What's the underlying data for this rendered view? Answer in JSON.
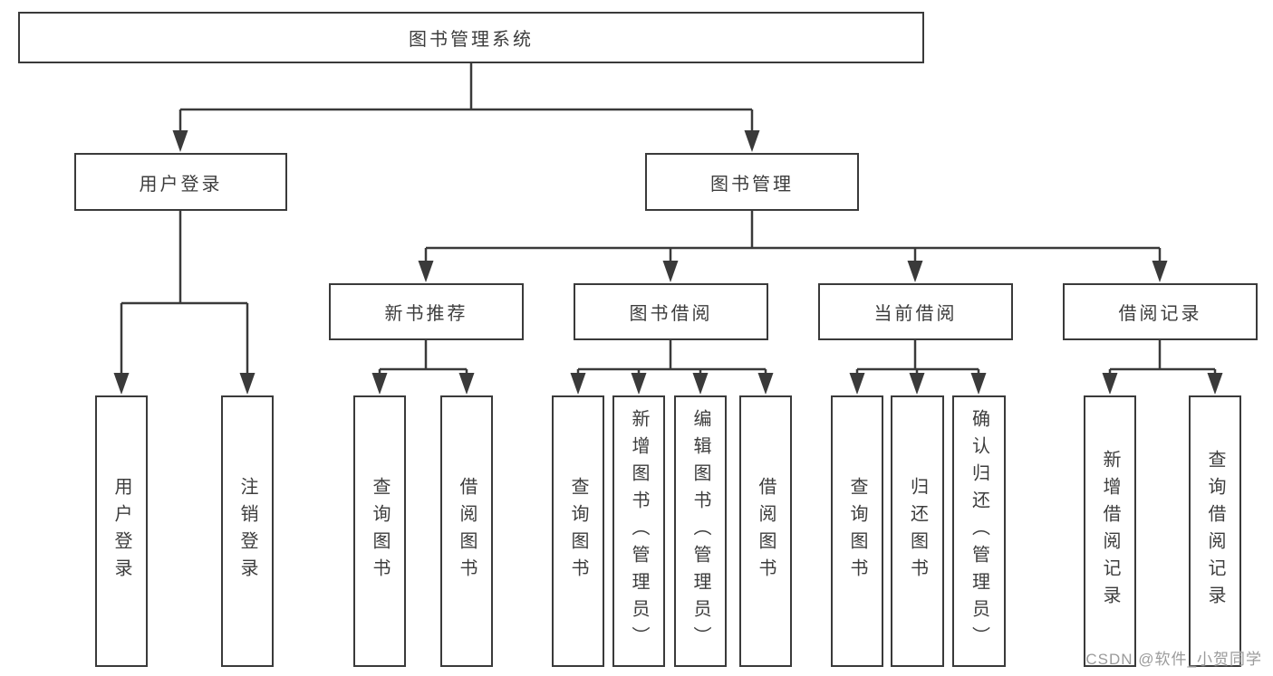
{
  "diagram": {
    "root": {
      "label": "图书管理系统"
    },
    "level2": [
      {
        "label": "用户登录"
      },
      {
        "label": "图书管理"
      }
    ],
    "level3": [
      {
        "label": "新书推荐"
      },
      {
        "label": "图书借阅"
      },
      {
        "label": "当前借阅"
      },
      {
        "label": "借阅记录"
      }
    ],
    "leaves": [
      {
        "label": "用户登录"
      },
      {
        "label": "注销登录"
      },
      {
        "label": "查询图书"
      },
      {
        "label": "借阅图书"
      },
      {
        "label": "查询图书"
      },
      {
        "label": "新增图书（管理员）"
      },
      {
        "label": "编辑图书（管理员）"
      },
      {
        "label": "借阅图书"
      },
      {
        "label": "查询图书"
      },
      {
        "label": "归还图书"
      },
      {
        "label": "确认归还（管理员）"
      },
      {
        "label": "新增借阅记录"
      },
      {
        "label": "查询借阅记录"
      }
    ]
  },
  "watermark": "CSDN @软件_小贺同学",
  "colors": {
    "line": "#3a3a3a",
    "text": "#3d3d3d",
    "watermark": "#9b9b9b",
    "background": "#ffffff"
  }
}
